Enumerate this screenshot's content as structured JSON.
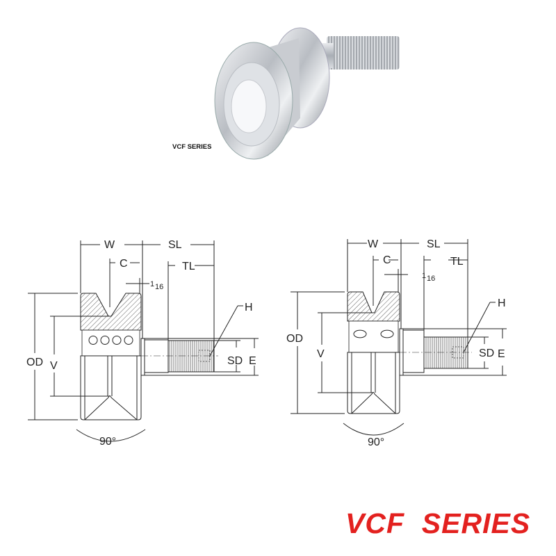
{
  "photo": {
    "caption": "VCF SERIES"
  },
  "title": "VCF  SERIES",
  "colors": {
    "title": "#e3211f",
    "line": "#222222"
  },
  "drawings": [
    {
      "labels": {
        "W": "W",
        "SL": "SL",
        "C": "C",
        "TL": "TL",
        "frac_num": "1",
        "frac_den": "16",
        "H": "H",
        "OD": "OD",
        "V": "V",
        "SD": "SD",
        "E": "E",
        "angle": "90°"
      }
    },
    {
      "labels": {
        "W": "W",
        "SL": "SL",
        "C": "C",
        "TL": "TL",
        "frac_num": "1",
        "frac_den": "16",
        "H": "H",
        "OD": "OD",
        "V": "V",
        "SD": "SD",
        "E": "E",
        "angle": "90°"
      }
    }
  ]
}
